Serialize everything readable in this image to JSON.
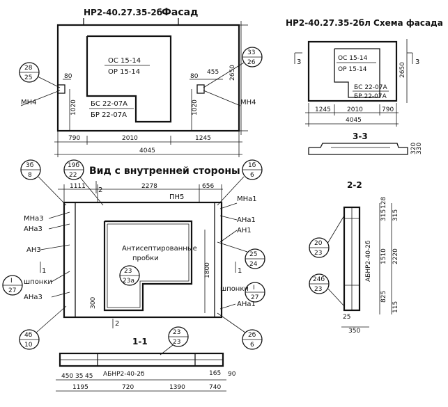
{
  "titles": {
    "facade_code": "НР2-40.27.35-2б",
    "facade": "Фасад",
    "scheme": "НР2-40.27.35-2бл Схема фасада",
    "inner": "Вид с внутренней стороны",
    "sec11": "1-1",
    "sec22": "2-2",
    "sec33": "3-3"
  },
  "facade": {
    "win_marks": [
      "ОС 15-14",
      "ОР 15-14"
    ],
    "door_marks": [
      "БС 22-07А",
      "БР 22-07А"
    ],
    "dims_bottom": [
      "790",
      "2010",
      "1245"
    ],
    "dim_total": "4045",
    "dim_height": "2650",
    "dim_1020_left": "1020",
    "dim_1020_right": "1020",
    "dim_80_left": "80",
    "dim_80_right": "80",
    "dim_455": "455",
    "bubble_left": [
      "28",
      "25"
    ],
    "bubble_right": [
      "33",
      "26"
    ],
    "mn4_left": "МН4",
    "mn4_right": "МН4"
  },
  "scheme": {
    "win_marks": [
      "ОС 15-14",
      "ОР 15-14"
    ],
    "door_marks": [
      "БС 22-07А",
      "БР 22-07А"
    ],
    "dims": [
      "1245",
      "2010",
      "790"
    ],
    "dim_total": "4045",
    "dim_height": "2650",
    "cut_left": "3",
    "cut_right": "3",
    "sec33_dim_a": "320",
    "sec33_dim_b": "330"
  },
  "inner": {
    "dims_top": [
      "1111",
      "2278",
      "656"
    ],
    "cut_top": "2",
    "cut_bottom": "2",
    "cut_left": "1",
    "cut_right": "1",
    "b_3b8": [
      "3б",
      "8"
    ],
    "b_19b22": [
      "19б",
      "22"
    ],
    "b_1b6": [
      "1б",
      "6"
    ],
    "b_i27_left": [
      "I",
      "27"
    ],
    "b_i27_right": [
      "I",
      "27"
    ],
    "b_4b10": [
      "4б",
      "10"
    ],
    "b_2b6": [
      "2б",
      "6"
    ],
    "b_25_24": [
      "25",
      "24"
    ],
    "b_23_23a": [
      "23",
      "23а"
    ],
    "labels": {
      "mna3": "МНа3",
      "ana3_top": "АНа3",
      "an3": "АН3",
      "shponki_left": "шпонки",
      "ana3_bot": "АНа3",
      "pn5": "ПН5",
      "mna1": "МНа1",
      "ana1_top": "АНа1",
      "an1": "АН1",
      "shponki_right": "шпонки",
      "ana1_bot": "АНа1",
      "antisept_1": "Антисептированные",
      "antisept_2": "пробки"
    },
    "dim_1800": "1800",
    "dim_300": "300"
  },
  "sec22": {
    "dims_right": [
      "128",
      "315",
      "315",
      "1510",
      "825",
      "115"
    ],
    "dim_total": "2220",
    "dim_bottom": "350",
    "dim_25": "25",
    "mark": "АБНР2-40-2б",
    "b_20_23": [
      "20",
      "23"
    ],
    "b_24b_23": [
      "24б",
      "23"
    ]
  },
  "sec11": {
    "dims_small": [
      "450",
      "35",
      "45"
    ],
    "dims_main": [
      "1195",
      "720",
      "1390",
      "740"
    ],
    "dim_165": "165",
    "dim_90": "90",
    "mark": "АБНР2-40-2б",
    "b_23_23": [
      "23",
      "23"
    ]
  }
}
